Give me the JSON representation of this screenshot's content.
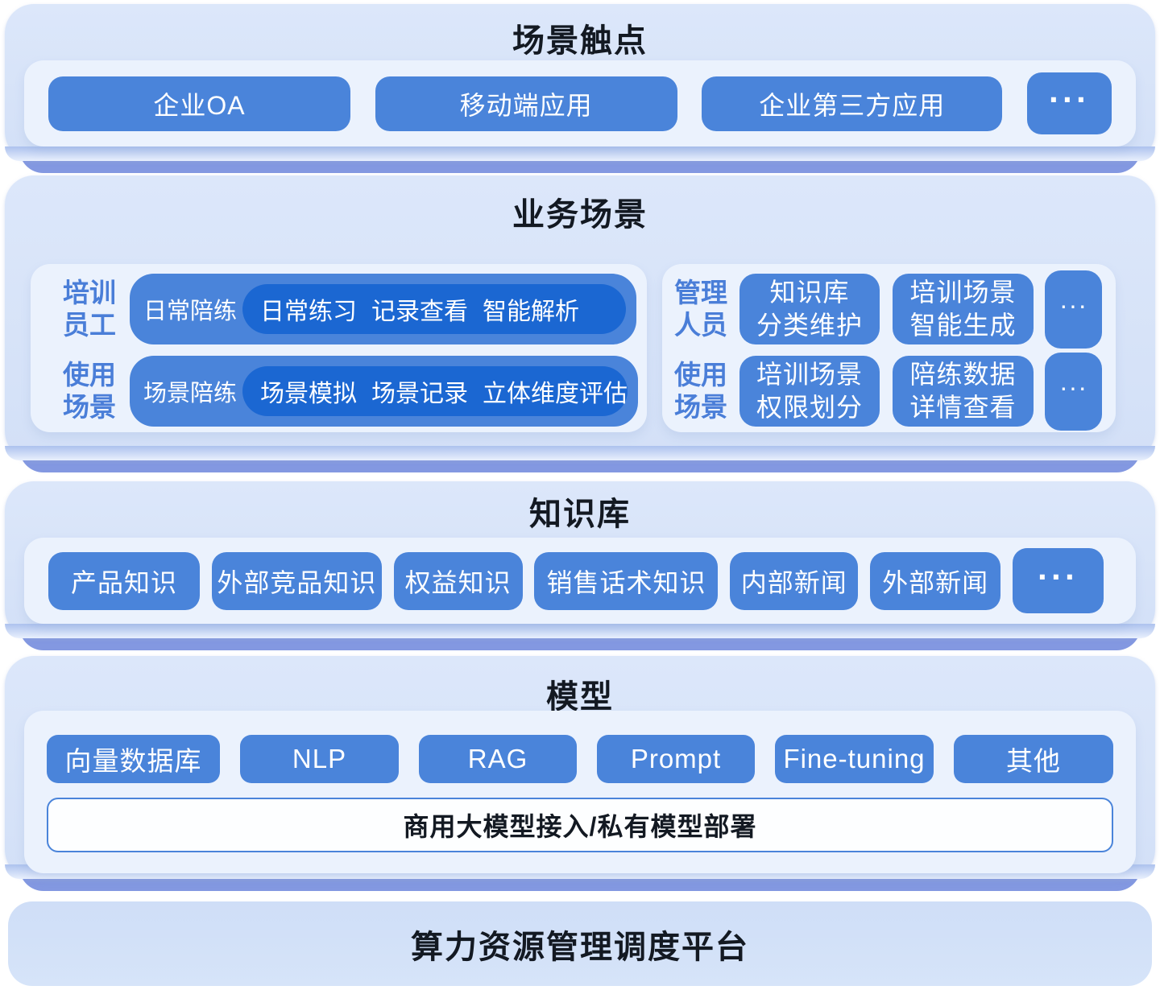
{
  "colors": {
    "button": "#4a84da",
    "pill_dark": "#1b67d2",
    "label": "#4a7ed8",
    "lip": "#8398e1",
    "card_top": "#dce7fa",
    "card_bottom": "#d3e0f7",
    "panel": "#ebf2fd",
    "title_text": "#131922"
  },
  "layers": {
    "touchpoints": {
      "title": "场景触点",
      "buttons": [
        "企业OA",
        "移动端应用",
        "企业第三方应用",
        "···"
      ]
    },
    "business": {
      "title": "业务场景",
      "left": {
        "rows": [
          {
            "label_lines": [
              "培训",
              "员工"
            ],
            "pill": "日常陪练",
            "items": [
              "日常练习",
              "记录查看",
              "智能解析"
            ]
          },
          {
            "label_lines": [
              "使用",
              "场景"
            ],
            "pill": "场景陪练",
            "items": [
              "场景模拟",
              "场景记录",
              "立体维度评估"
            ]
          }
        ]
      },
      "right": {
        "rows": [
          {
            "label_lines": [
              "管理",
              "人员"
            ],
            "buttons": [
              [
                "知识库",
                "分类维护"
              ],
              [
                "培训场景",
                "智能生成"
              ]
            ],
            "more": "···"
          },
          {
            "label_lines": [
              "使用",
              "场景"
            ],
            "buttons": [
              [
                "培训场景",
                "权限划分"
              ],
              [
                "陪练数据",
                "详情查看"
              ]
            ],
            "more": "···"
          }
        ]
      }
    },
    "knowledge": {
      "title": "知识库",
      "buttons": [
        "产品知识",
        "外部竞品知识",
        "权益知识",
        "销售话术知识",
        "内部新闻",
        "外部新闻",
        "···"
      ]
    },
    "model": {
      "title": "模型",
      "buttons": [
        "向量数据库",
        "NLP",
        "RAG",
        "Prompt",
        "Fine-tuning",
        "其他"
      ],
      "bar": "商用大模型接入/私有模型部署"
    },
    "platform": {
      "title": "算力资源管理调度平台"
    }
  }
}
